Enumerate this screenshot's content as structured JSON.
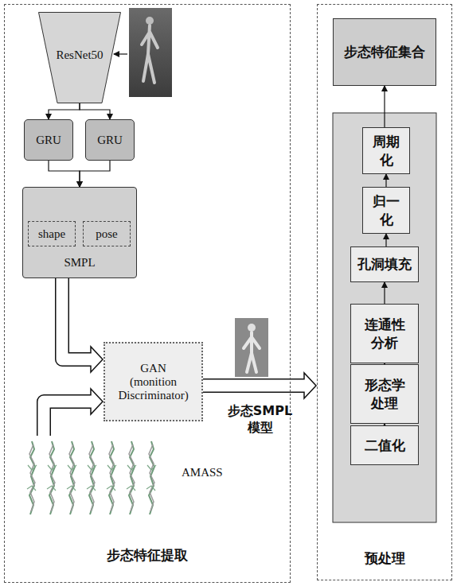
{
  "diagram": {
    "nodes": [
      {
        "text": [
          "步态特征提取"
        ]
      },
      {
        "text": [
          "ResNet50"
        ],
        "in": 0
      },
      {
        "text": [
          "GRU"
        ],
        "in": 0
      },
      {
        "text": [
          "GRU"
        ],
        "in": 0
      },
      {
        "text": [
          "SMPL"
        ],
        "in": 0
      },
      {
        "text": [
          "shape"
        ],
        "in": 4
      },
      {
        "text": [
          "pose"
        ],
        "in": 4
      },
      {
        "text": [
          "GAN (monition Discriminator)"
        ],
        "in": 0
      },
      {
        "text": [
          "预处理"
        ]
      },
      {
        "text": [
          "步态特征集合"
        ],
        "in": 8
      },
      {
        "text": [
          "周期化"
        ],
        "in": 8
      },
      {
        "text": [
          "归一化"
        ],
        "in": 8
      },
      {
        "text": [
          "孔洞填充"
        ],
        "in": 8
      },
      {
        "text": [
          "连通性分析"
        ],
        "in": 8
      },
      {
        "text": [
          "形态学处理"
        ],
        "in": 8
      },
      {
        "text": [
          "二值化"
        ],
        "in": 8
      }
    ],
    "edges": [
      {
        "from": 1,
        "to": 2,
        "arrow": "to"
      },
      {
        "from": 1,
        "to": 3,
        "arrow": "to"
      },
      {
        "from": 2,
        "to": 4,
        "arrow": "to"
      },
      {
        "from": 3,
        "to": 4,
        "arrow": "to"
      },
      {
        "from": 4,
        "to": 7,
        "arrow": "to"
      },
      {
        "from": 7,
        "to": 8,
        "label": "步态SMPL 模型",
        "arrow": "to"
      },
      {
        "from": 15,
        "to": 14,
        "arrow": "to"
      },
      {
        "from": 14,
        "to": 13,
        "arrow": "to"
      },
      {
        "from": 13,
        "to": 12,
        "arrow": "to"
      },
      {
        "from": 12,
        "to": 11,
        "arrow": "to"
      },
      {
        "from": 11,
        "to": 10,
        "arrow": "to"
      },
      {
        "from": 10,
        "to": 9,
        "arrow": "to"
      }
    ],
    "labels": [
      "AMASS"
    ]
  }
}
